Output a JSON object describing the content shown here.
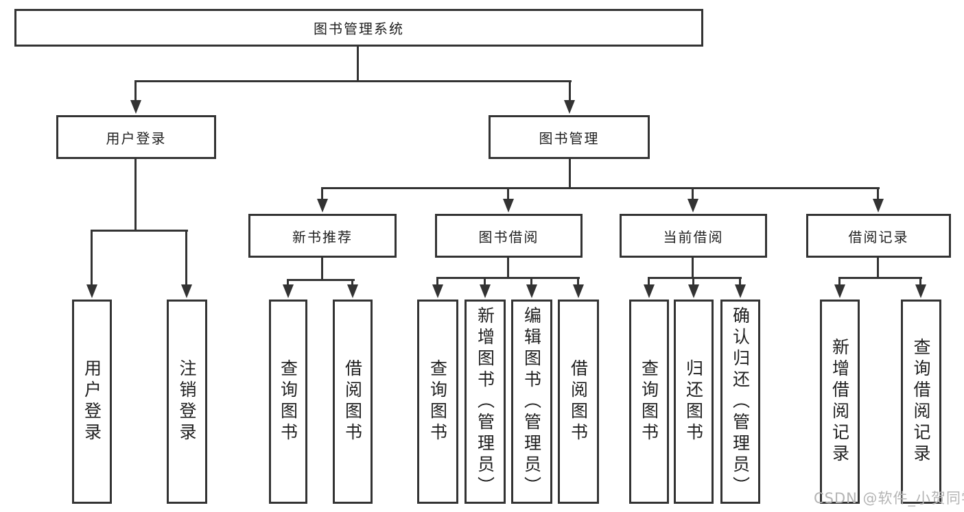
{
  "diagram": {
    "title": "图书管理系统",
    "branches": [
      {
        "label": "用户登录",
        "children": [
          "用户登录",
          "注销登录"
        ]
      },
      {
        "label": "图书管理",
        "children": [
          {
            "label": "新书推荐",
            "children": [
              "查询图书",
              "借阅图书"
            ]
          },
          {
            "label": "图书借阅",
            "children": [
              "查询图书",
              "新增图书（管理员）",
              "编辑图书（管理员）",
              "借阅图书"
            ]
          },
          {
            "label": "当前借阅",
            "children": [
              "查询图书",
              "归还图书",
              "确认归还（管理员）"
            ]
          },
          {
            "label": "借阅记录",
            "children": [
              "新增借阅记录",
              "查询借阅记录"
            ]
          }
        ]
      }
    ]
  },
  "watermark": "CSDN @软件_小贺同学",
  "colors": {
    "line": "#333333",
    "text": "#1f1f1f",
    "box_fill": "#ffffff",
    "background": "#ffffff",
    "watermark": "#b4b4b4"
  }
}
